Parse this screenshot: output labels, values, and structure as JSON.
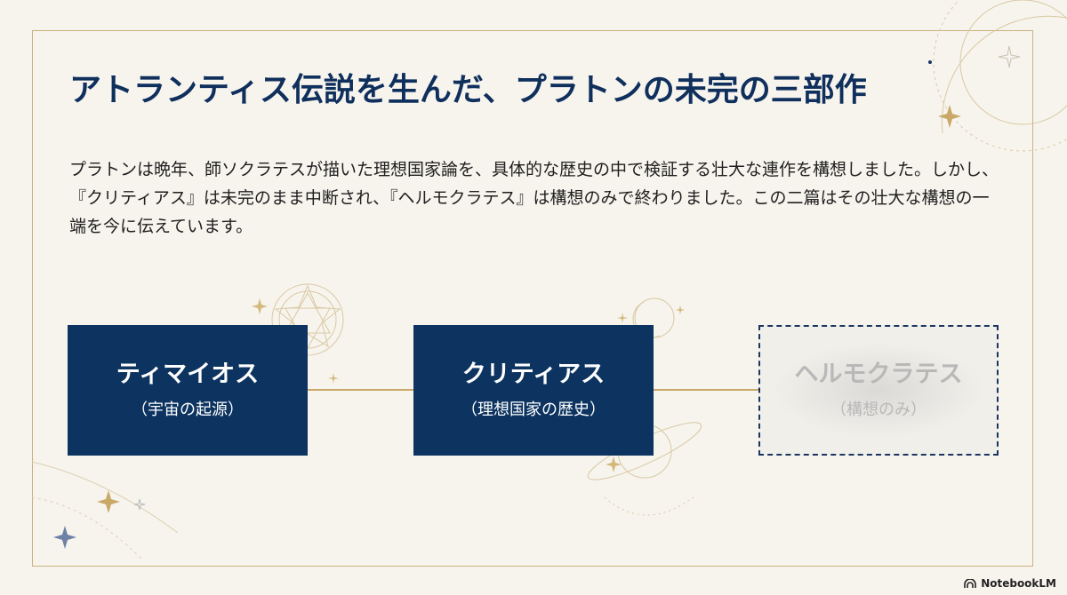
{
  "slide": {
    "title": "アトランティス伝説を生んだ、プラトンの未完の三部作",
    "paragraph": "プラトンは晩年、師ソクラテスが描いた理想国家論を、具体的な歴史の中で検証する壮大な連作を構想しました。しかし、『クリティアス』は未完のまま中断され、『ヘルモクラテス』は構想のみで終わりました。この二篇はその壮大な構想の一端を今に伝えています。"
  },
  "trilogy": [
    {
      "name": "ティマイオス",
      "subtitle": "（宇宙の起源）",
      "status": "completed"
    },
    {
      "name": "クリティアス",
      "subtitle": "（理想国家の歴史）",
      "status": "unfinished"
    },
    {
      "name": "ヘルモクラテス",
      "subtitle": "（構想のみ）",
      "status": "planned"
    }
  ],
  "colors": {
    "navy": "#0d3460",
    "gold": "#c9a868",
    "background": "#f7f4ee",
    "faded_text": "#b8b8b8"
  },
  "branding": {
    "label": "NotebookLM",
    "icon": "notebooklm-logo-icon"
  }
}
